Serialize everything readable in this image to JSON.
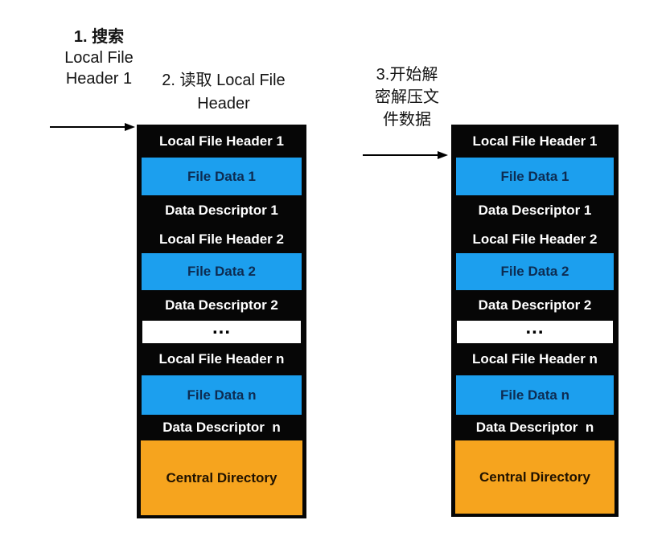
{
  "annotations": {
    "step1": {
      "line1": "1. 搜索",
      "line2": "Local File",
      "line3": "Header 1"
    },
    "step2": {
      "line1": "2. 读取 Local File",
      "line2": "Header"
    },
    "step3": {
      "line1": "3.开始解",
      "line2": "密解压文",
      "line3": "件数据"
    }
  },
  "segments": [
    {
      "type": "header",
      "label": "Local File Header 1"
    },
    {
      "type": "filedata",
      "label": "File Data 1"
    },
    {
      "type": "header",
      "label": "Data Descriptor 1"
    },
    {
      "type": "header",
      "label": "Local File Header 2"
    },
    {
      "type": "filedata",
      "label": "File Data 2"
    },
    {
      "type": "header",
      "label": "Data Descriptor 2"
    },
    {
      "type": "ellipsis",
      "label": "..."
    },
    {
      "type": "header",
      "label": "Local File Header n"
    },
    {
      "type": "filedata",
      "label": "File Data n"
    },
    {
      "type": "header",
      "label": "Data Descriptor  n"
    },
    {
      "type": "central",
      "label": "Central Directory"
    }
  ],
  "colors": {
    "block_bg": "#060606",
    "file_data_bg": "#1c9fee",
    "file_data_text": "#0d2c52",
    "central_bg": "#f6a41e",
    "central_text": "#201200",
    "label_text": "#ffffff",
    "arrow": "#000000"
  }
}
